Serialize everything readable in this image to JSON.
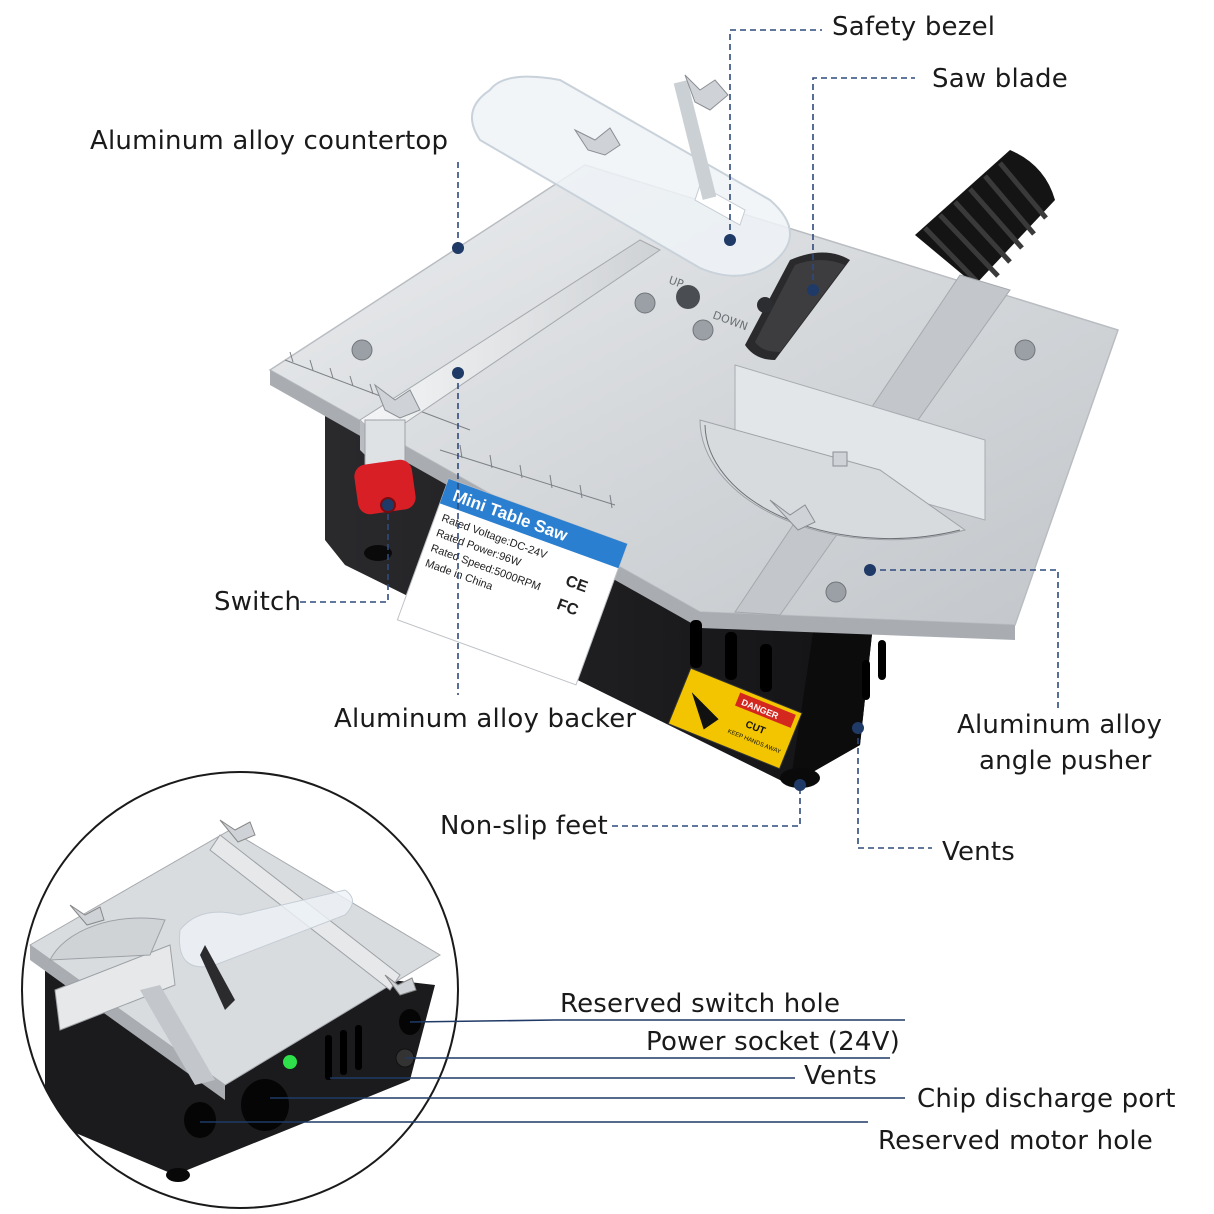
{
  "callouts": {
    "safety_bezel": "Safety bezel",
    "saw_blade": "Saw blade",
    "countertop": "Aluminum alloy countertop",
    "switch": "Switch",
    "backer": "Aluminum alloy backer",
    "angle_pusher_line1": "Aluminum alloy",
    "angle_pusher_line2": "angle pusher",
    "non_slip_feet": "Non-slip feet",
    "vents": "Vents",
    "reserved_switch_hole": "Reserved switch hole",
    "power_socket": "Power socket (24V)",
    "vents_rear": "Vents",
    "chip_discharge_port": "Chip discharge port",
    "reserved_motor_hole": "Reserved motor hole"
  },
  "product_label": {
    "title": "Mini Table Saw",
    "rated_voltage": "Rated Voltage:DC-24V",
    "rated_power": "Rated Power:96W",
    "rated_speed": "Rated Speed:5000RPM",
    "origin": "Made in China",
    "mark_ce": "CE",
    "mark_fc": "FC"
  },
  "table_markings": {
    "up": "UP",
    "down": "DOWN",
    "danger": "DANGER",
    "cut": "CUT",
    "keep_hands_away": "KEEP HANDS AWAY"
  },
  "colors": {
    "leader_line": "#2f4a7c",
    "dot": "#1f3a66",
    "aluminum": "#d7d9dc",
    "body": "#1b1b1d",
    "label_blue": "#2b7fd0",
    "warning_yellow": "#f2c500",
    "switch_red": "#d91f26"
  }
}
